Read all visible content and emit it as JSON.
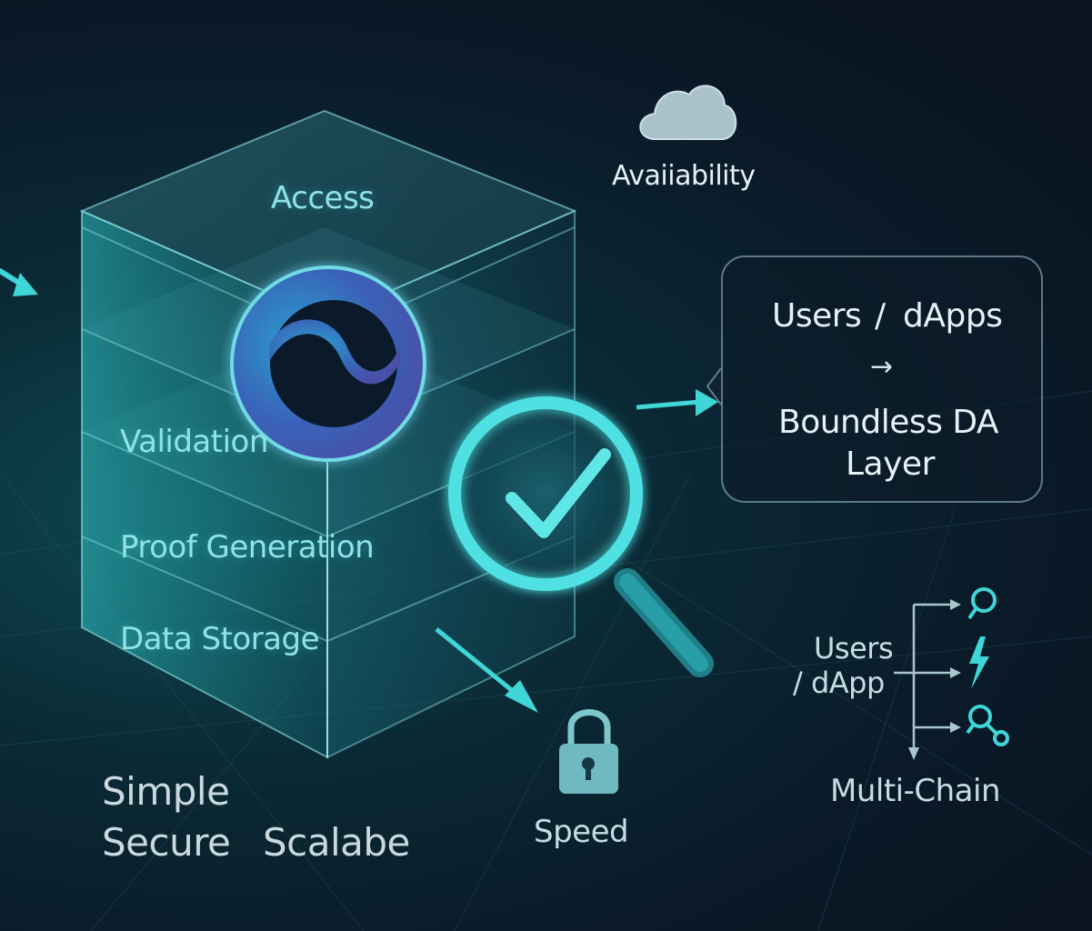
{
  "layers": {
    "access": "Access",
    "validation": "Validation",
    "proof": "Proof Generation",
    "storage": "Data Storage"
  },
  "availability": "Avaiiability",
  "callout": {
    "line1_left": "Users",
    "line1_sep": "/",
    "line1_right": "dApps",
    "line2": "Boundless DA",
    "line3": "Layer"
  },
  "multichain": {
    "users_line1": "Users",
    "users_line2": "/ dApp",
    "label": "Multi-Chain"
  },
  "speed": "Speed",
  "tagline": {
    "word1": "Simple",
    "word2": "Secure",
    "word3": "Scalabe"
  },
  "colors": {
    "accent": "#3fd6d8",
    "glass": "#2aa9b0",
    "logo_dark": "#0b1a2a",
    "logo_ring": "#3b6fc0"
  },
  "icons": [
    "cloud-icon",
    "logo-icon",
    "magnifier-check-icon",
    "lock-icon",
    "search-node-icon",
    "lightning-icon",
    "share-node-icon",
    "arrow-icon"
  ]
}
